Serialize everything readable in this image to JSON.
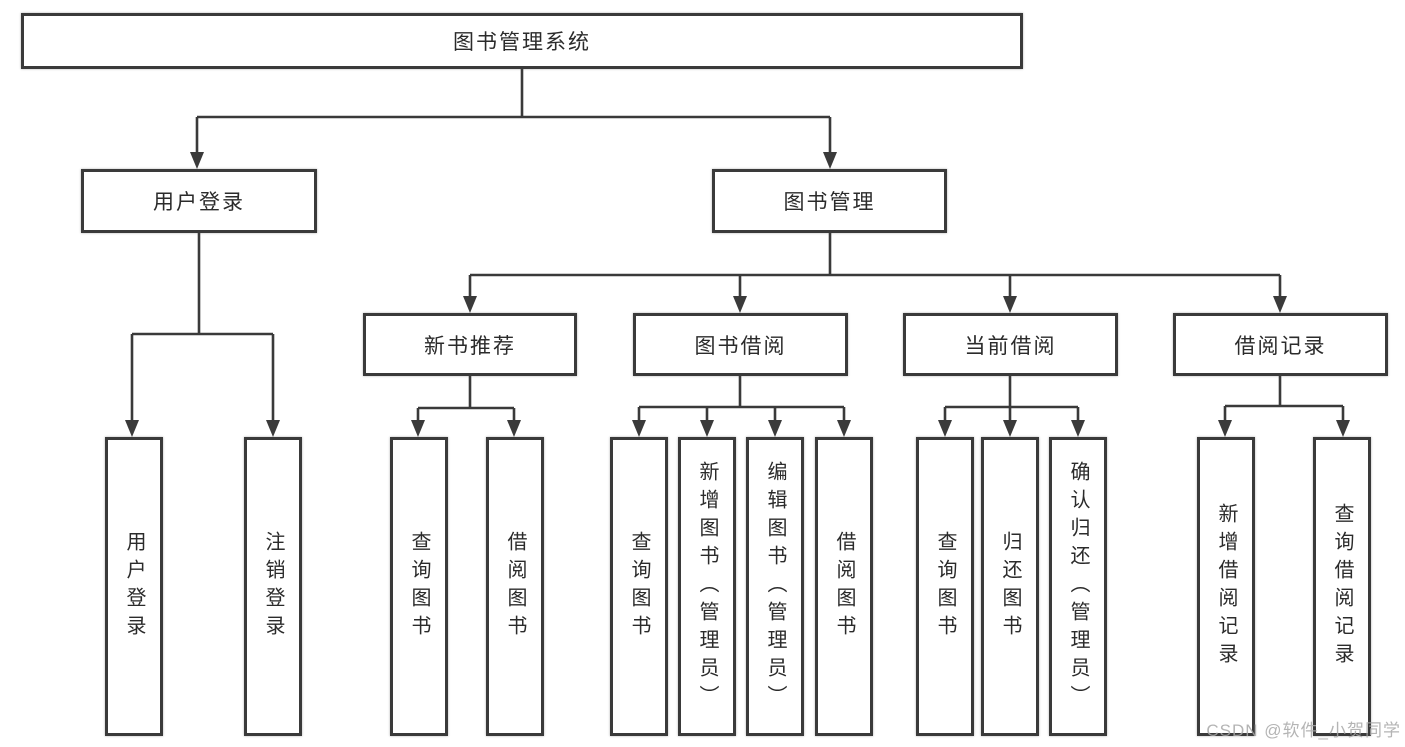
{
  "diagram": {
    "title": "图书管理系统",
    "root": {
      "label": "图书管理系统"
    },
    "level2": [
      {
        "label": "用户登录"
      },
      {
        "label": "图书管理"
      }
    ],
    "level3": [
      {
        "label": "新书推荐"
      },
      {
        "label": "图书借阅"
      },
      {
        "label": "当前借阅"
      },
      {
        "label": "借阅记录"
      }
    ],
    "leaves": [
      {
        "label": "用户登录",
        "parent": "用户登录"
      },
      {
        "label": "注销登录",
        "parent": "用户登录"
      },
      {
        "label": "查询图书",
        "parent": "新书推荐"
      },
      {
        "label": "借阅图书",
        "parent": "新书推荐"
      },
      {
        "label": "查询图书",
        "parent": "图书借阅"
      },
      {
        "label": "新增图书（管理员）",
        "parent": "图书借阅"
      },
      {
        "label": "编辑图书（管理员）",
        "parent": "图书借阅"
      },
      {
        "label": "借阅图书",
        "parent": "图书借阅"
      },
      {
        "label": "查询图书",
        "parent": "当前借阅"
      },
      {
        "label": "归还图书",
        "parent": "当前借阅"
      },
      {
        "label": "确认归还（管理员）",
        "parent": "当前借阅"
      },
      {
        "label": "新增借阅记录",
        "parent": "借阅记录"
      },
      {
        "label": "查询借阅记录",
        "parent": "借阅记录"
      }
    ],
    "colors": {
      "line": "#3a3a3a",
      "text": "#2b2b2b",
      "background": "#ffffff",
      "watermark_text_color": "#a8a8a8"
    },
    "watermark": "CSDN @软件_小贺同学"
  }
}
